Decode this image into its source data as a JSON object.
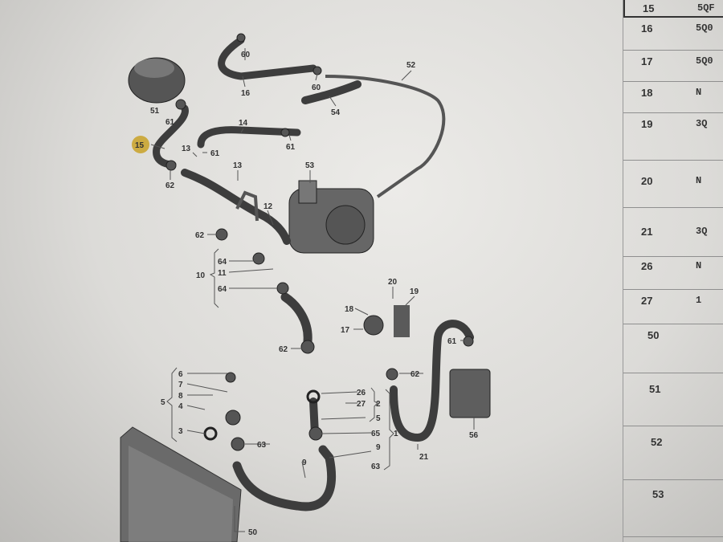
{
  "diagram": {
    "callouts": {
      "c60a": "60",
      "c16": "16",
      "c60b": "60",
      "c52": "52",
      "c54": "54",
      "c51": "51",
      "c61a": "61",
      "c14": "14",
      "c61b": "61",
      "c15": "15",
      "c13a": "13",
      "c61c": "61",
      "c53": "53",
      "c13b": "13",
      "c62a": "62",
      "c12": "12",
      "c62b": "62",
      "c64a": "64",
      "c11": "11",
      "c10": "10",
      "c64b": "64",
      "c20": "20",
      "c19": "19",
      "c18": "18",
      "c17": "17",
      "c61d": "61",
      "c62c": "62",
      "c62d": "62",
      "c6": "6",
      "c7": "7",
      "c8": "8",
      "c5a": "5",
      "c4": "4",
      "c3": "3",
      "c63a": "63",
      "c26": "26",
      "c27": "27",
      "c2": "2",
      "c5b": "5",
      "c65": "65",
      "c1": "1",
      "c9a": "9",
      "c63b": "63",
      "c9b": "9",
      "c21": "21",
      "c56": "56",
      "c50": "50"
    },
    "highlight_color": "#c9a227"
  },
  "table": {
    "header": {
      "num": "15",
      "part": "5QF"
    },
    "rows": [
      {
        "num": "16",
        "part": "5Q0"
      },
      {
        "num": "17",
        "part": "5Q0"
      },
      {
        "num": "18",
        "part": "N"
      },
      {
        "num": "19",
        "part": "3Q"
      },
      {
        "num": "20",
        "part": "N"
      },
      {
        "num": "21",
        "part": "3Q"
      },
      {
        "num": "26",
        "part": "N"
      },
      {
        "num": "27",
        "part": "1"
      },
      {
        "num": "50",
        "part": ""
      },
      {
        "num": "51",
        "part": ""
      },
      {
        "num": "52",
        "part": ""
      },
      {
        "num": "53",
        "part": ""
      }
    ]
  }
}
